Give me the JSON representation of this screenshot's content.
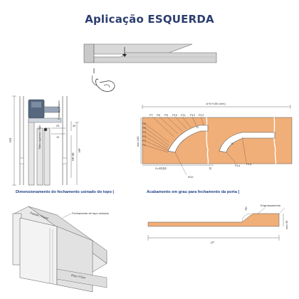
{
  "title": "Aplicação ESQUERDA",
  "captions": {
    "left": "Dimensionamento do fechamento usinado do topo (",
    "right": "Acabamento em grau para fechamento da porta ("
  },
  "elevation": {
    "wall_label": "Parede / Panel",
    "rail_label": "Trilho superior / Rail",
    "hs_label": "HS",
    "hf_label": "HF",
    "hf_dim": "HF-35",
    "small_dim_1": "30",
    "small_dim_2": "25",
    "small_dim_3": "10"
  },
  "profile": {
    "top_dim": "A+D+150 (mín)",
    "points": [
      "P7",
      "P8",
      "P9",
      "P10",
      "P11",
      "P12",
      "P13"
    ],
    "left_points": [
      "P6",
      "P5",
      "P4",
      "P3",
      "P2",
      "P1"
    ],
    "min_dim": "mín 106",
    "a_dim": "A=40,53",
    "d_label": "D",
    "r10": "R10",
    "p14": "P14",
    "p15": "P15",
    "b_label": "B",
    "d_label_2": "D"
  },
  "iso": {
    "wall_label": "Parede / Panel",
    "closing_label": "Fechamento de topo usinado",
    "floor_label": "Piso / Floor"
  },
  "finish": {
    "angle": "45°",
    "thickening": "Engrossamento",
    "lf": "LF",
    "min_dim": "mín 36"
  }
}
